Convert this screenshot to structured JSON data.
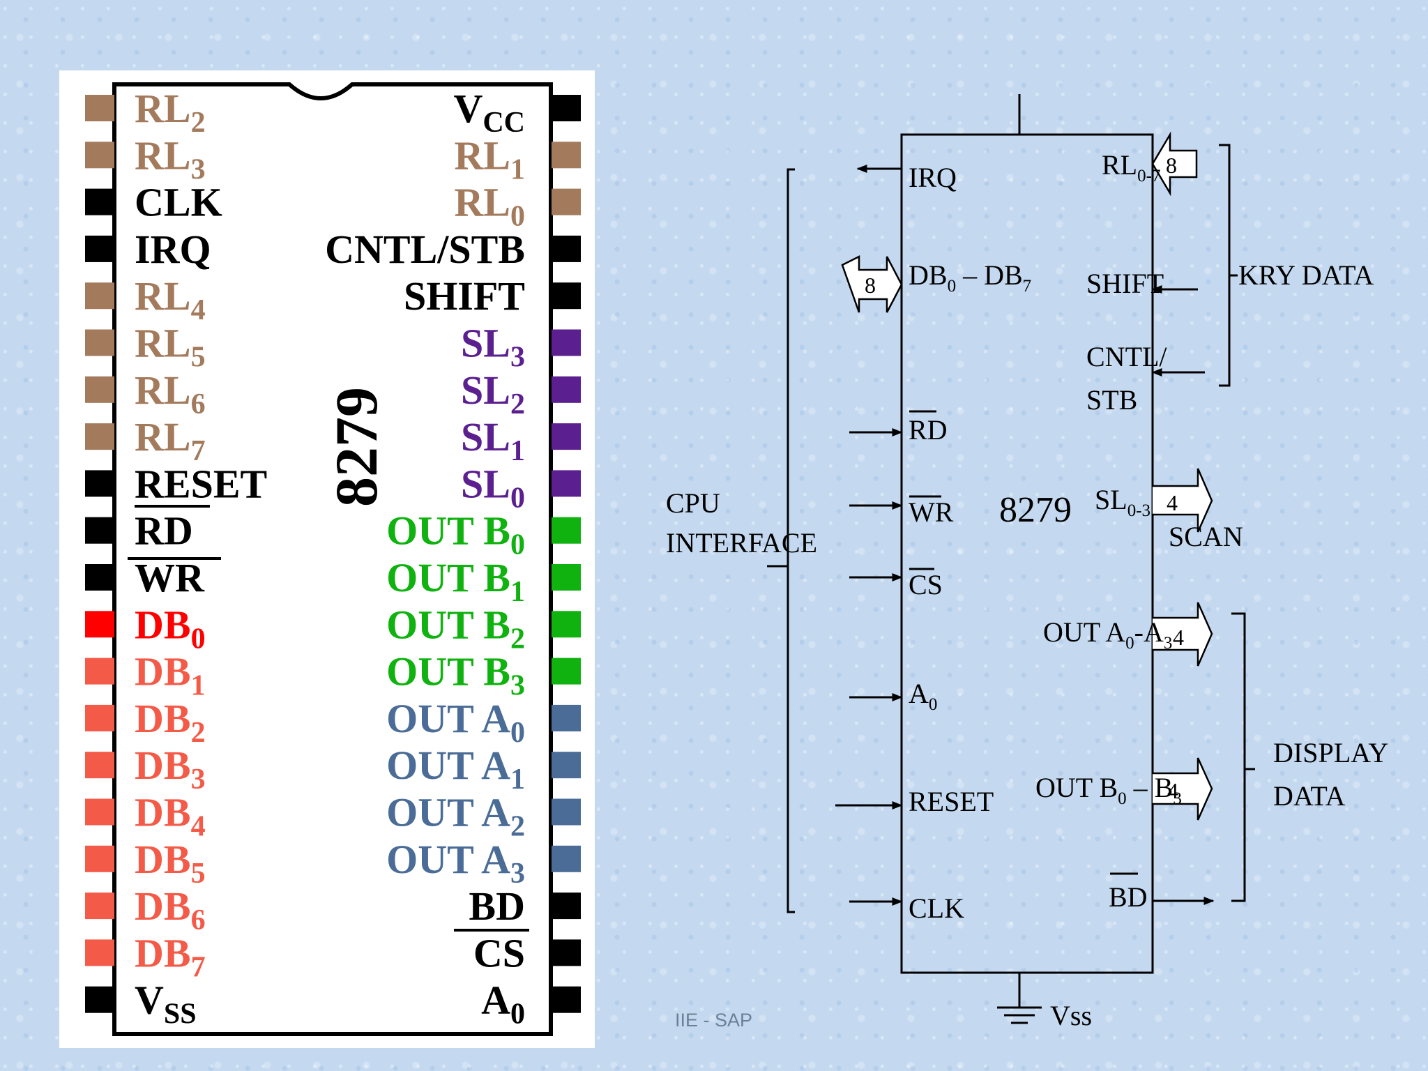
{
  "chip": {
    "part_number": "8279",
    "left_pins": [
      {
        "name": "RL",
        "sub": "2",
        "color": "#a37a5c"
      },
      {
        "name": "RL",
        "sub": "3",
        "color": "#a37a5c"
      },
      {
        "name": "CLK",
        "sub": "",
        "color": "#000000"
      },
      {
        "name": "IRQ",
        "sub": "",
        "color": "#000000"
      },
      {
        "name": "RL",
        "sub": "4",
        "color": "#a37a5c"
      },
      {
        "name": "RL",
        "sub": "5",
        "color": "#a37a5c"
      },
      {
        "name": "RL",
        "sub": "6",
        "color": "#a37a5c"
      },
      {
        "name": "RL",
        "sub": "7",
        "color": "#a37a5c"
      },
      {
        "name": "RESET",
        "sub": "",
        "color": "#000000"
      },
      {
        "name": "RD",
        "sub": "",
        "color": "#000000"
      },
      {
        "name": "WR",
        "sub": "",
        "color": "#000000"
      },
      {
        "name": "DB",
        "sub": "0",
        "color": "#ff0000"
      },
      {
        "name": "DB",
        "sub": "1",
        "color": "#f45a48"
      },
      {
        "name": "DB",
        "sub": "2",
        "color": "#f45a48"
      },
      {
        "name": "DB",
        "sub": "3",
        "color": "#f45a48"
      },
      {
        "name": "DB",
        "sub": "4",
        "color": "#f45a48"
      },
      {
        "name": "DB",
        "sub": "5",
        "color": "#f45a48"
      },
      {
        "name": "DB",
        "sub": "6",
        "color": "#f45a48"
      },
      {
        "name": "DB",
        "sub": "7",
        "color": "#f45a48"
      },
      {
        "name": "V",
        "sub": "SS",
        "color": "#000000"
      }
    ],
    "right_pins": [
      {
        "name": "V",
        "sub": "CC",
        "color": "#000000"
      },
      {
        "name": "RL",
        "sub": "1",
        "color": "#a37a5c"
      },
      {
        "name": "RL",
        "sub": "0",
        "color": "#a37a5c"
      },
      {
        "name": "CNTL/STB",
        "sub": "",
        "color": "#000000"
      },
      {
        "name": "SHIFT",
        "sub": "",
        "color": "#000000"
      },
      {
        "name": "SL",
        "sub": "3",
        "color": "#5b1f8f"
      },
      {
        "name": "SL",
        "sub": "2",
        "color": "#5b1f8f"
      },
      {
        "name": "SL",
        "sub": "1",
        "color": "#5b1f8f"
      },
      {
        "name": "SL",
        "sub": "0",
        "color": "#5b1f8f"
      },
      {
        "name": "OUT B",
        "sub": "0",
        "color": "#0fb20f"
      },
      {
        "name": "OUT B",
        "sub": "1",
        "color": "#0fb20f"
      },
      {
        "name": "OUT B",
        "sub": "2",
        "color": "#0fb20f"
      },
      {
        "name": "OUT B",
        "sub": "3",
        "color": "#0fb20f"
      },
      {
        "name": "OUT A",
        "sub": "0",
        "color": "#4a6c96"
      },
      {
        "name": "OUT A",
        "sub": "1",
        "color": "#4a6c96"
      },
      {
        "name": "OUT A",
        "sub": "2",
        "color": "#4a6c96"
      },
      {
        "name": "OUT A",
        "sub": "3",
        "color": "#4a6c96"
      },
      {
        "name": "BD",
        "sub": "",
        "color": "#000000"
      },
      {
        "name": "CS",
        "sub": "",
        "color": "#000000"
      },
      {
        "name": "A",
        "sub": "0",
        "color": "#000000"
      }
    ]
  },
  "block": {
    "chip_label": "8279",
    "irq": "IRQ",
    "db_main": "DB",
    "db_sub0": "0",
    "db_dash": " – DB",
    "db_sub7": "7",
    "db_width": "8",
    "rd": "RD",
    "wr": "WR",
    "cs": "CS",
    "a0_main": "A",
    "a0_sub": "0",
    "reset": "RESET",
    "clk": "CLK",
    "rl_main": "RL",
    "rl_sub": "0-7",
    "rl_width": "8",
    "shift": "SHIFT",
    "cntl_line1": "CNTL/",
    "cntl_line2": "STB",
    "sl_main": "SL",
    "sl_sub": "0-3",
    "sl_width": "4",
    "outa_main": "OUT A",
    "outa_sub0": "0",
    "outa_dash": "-A",
    "outa_sub3": "3",
    "outa_width": "4",
    "outb_main": "OUT B",
    "outb_sub0": "0",
    "outb_dash": " – B",
    "outb_sub3": "3",
    "outb_width": "4",
    "bd": "BD",
    "vss": "Vss",
    "cpu_line1": "CPU",
    "cpu_line2": "INTERFACE",
    "key_data": "KRY DATA",
    "scan": "SCAN",
    "display_line1": "DISPLAY",
    "display_line2": "DATA"
  },
  "footer": "IIE - SAP"
}
